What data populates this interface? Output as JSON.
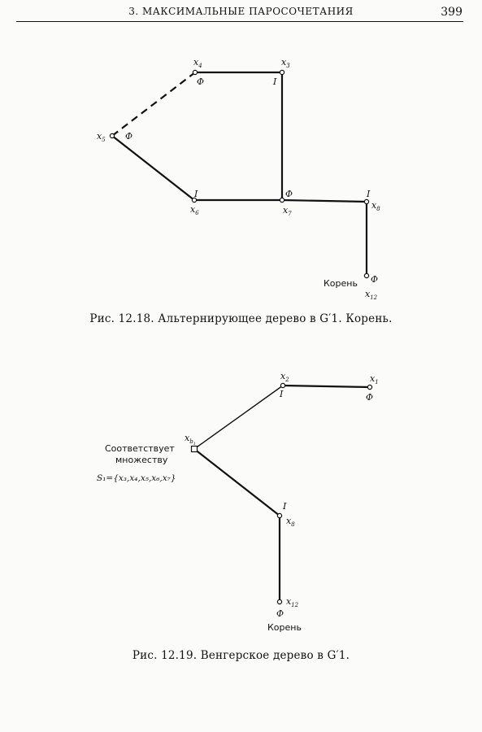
{
  "header": {
    "title": "3. МАКСИМАЛЬНЫЕ ПАРОСОЧЕТАНИЯ",
    "page_number": "399"
  },
  "figure1": {
    "caption": "Рис. 12.18. Альтернирующее дерево в G′1. Корень.",
    "nodes": {
      "x4": {
        "name": "x",
        "sub": "4",
        "mark": "Φ"
      },
      "x3": {
        "name": "x",
        "sub": "3",
        "mark": "I"
      },
      "x5": {
        "name": "x",
        "sub": "5",
        "mark": "Φ"
      },
      "x6": {
        "name": "x",
        "sub": "6",
        "mark": "I"
      },
      "x7": {
        "name": "x",
        "sub": "7",
        "mark": "Φ"
      },
      "x8": {
        "name": "x",
        "sub": "8",
        "mark": "I"
      },
      "x12": {
        "name": "x",
        "sub": "12",
        "mark": "Φ"
      }
    },
    "root_label": "Корень"
  },
  "figure2": {
    "caption": "Рис. 12.19. Венгерское дерево в G′1.",
    "nodes": {
      "x2": {
        "name": "x",
        "sub": "2",
        "mark": "I"
      },
      "x1": {
        "name": "x",
        "sub": "1",
        "mark": "Φ"
      },
      "xb1": {
        "name": "x",
        "sub": "b",
        "subsub": "1"
      },
      "x8": {
        "name": "x",
        "sub": "8",
        "mark": "I"
      },
      "x12": {
        "name": "x",
        "sub": "12",
        "mark": "Φ"
      }
    },
    "annotation": {
      "line1": "Соответствует",
      "line2": "множеству",
      "set": "S₁={x₃,x₄,x₅,x₆,x₇}"
    },
    "root_label": "Корень"
  }
}
